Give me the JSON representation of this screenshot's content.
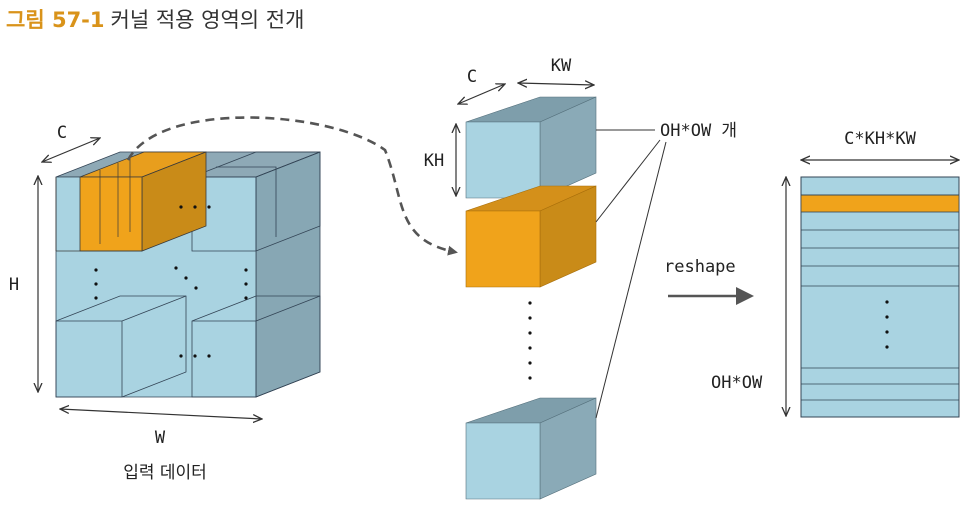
{
  "caption": {
    "figure_number": "그림 57-1",
    "title": "커널 적용 영역의 전개"
  },
  "input_block": {
    "label_c": "C",
    "label_h": "H",
    "label_w": "W",
    "caption": "입력 데이터"
  },
  "kernel_column": {
    "label_c": "C",
    "label_kw": "KW",
    "label_kh": "KH",
    "count_label": "OH*OW 개"
  },
  "arrow_label": "reshape",
  "matrix": {
    "label_width": "C*KH*KW",
    "label_height": "OH*OW"
  },
  "colors": {
    "block_front": "#a9d3e1",
    "block_top": "#7f9eac",
    "block_side": "#8aaab7",
    "kernel": "#f0a31b",
    "kernel_dark": "#d48a10",
    "highlight_row": "#f0a31b"
  }
}
